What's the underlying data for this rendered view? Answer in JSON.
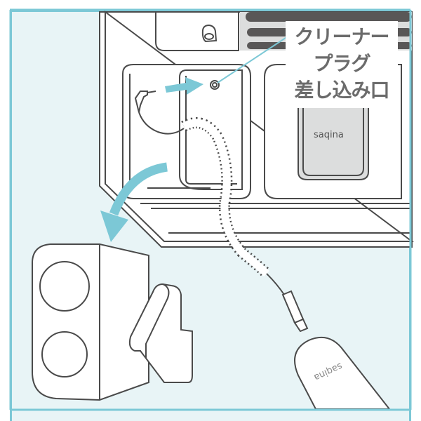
{
  "callout": {
    "lines": [
      "クリーナー",
      "プラグ",
      "差し込み口"
    ]
  },
  "brand": {
    "device_label": "saqina",
    "cleaner_label": "saqina"
  },
  "colors": {
    "accent": "#7cc8d6",
    "background": "#e8f4f6",
    "line": "#4a4a4a",
    "panel_gray": "#dcdddd",
    "dark_bar": "#595757",
    "text": "#6b6b6b"
  },
  "arrows": [
    {
      "name": "insert-arrow",
      "direction": "right"
    },
    {
      "name": "rotate-down-arrow",
      "direction": "down-left curved"
    }
  ]
}
